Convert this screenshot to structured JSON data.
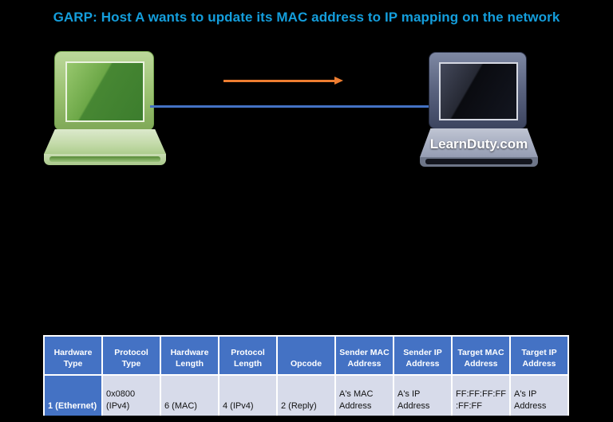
{
  "title": {
    "text": "GARP: Host A wants to update its MAC address to IP mapping on the network",
    "color": "#149EDC"
  },
  "hosts": {
    "right_label": "LearnDuty.com"
  },
  "colors": {
    "arrow": "#ED7D31",
    "link_line": "#4472C4",
    "table_header_bg": "#4472C4",
    "table_row_bg": "#D7DBEA",
    "highlight_cell_bg": "#4472C4"
  },
  "table": {
    "headers": [
      "Hardware Type",
      "Protocol Type",
      "Hardware Length",
      "Protocol Length",
      "Opcode",
      "Sender MAC Address",
      "Sender IP Address",
      "Target MAC Address",
      "Target IP Address"
    ],
    "row": [
      "1 (Ethernet)",
      "0x0800 (IPv4)",
      "6 (MAC)",
      "4 (IPv4)",
      "2 (Reply)",
      "A's MAC Address",
      "A's IP Address",
      "FF:FF:FF:FF:FF:FF",
      "A's IP Address"
    ]
  }
}
